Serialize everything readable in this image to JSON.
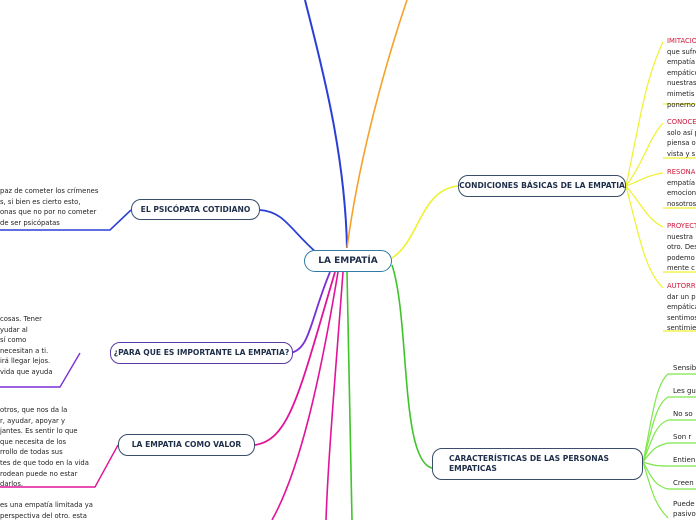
{
  "center": {
    "title": "LA EMPATÍA"
  },
  "branches": {
    "psicopata": {
      "title": "EL PSICÓPATA COTIDIANO",
      "lines": [
        "paz de cometer los crímenes",
        "s, si bien es cierto esto,",
        "onas que no por no cometer",
        "de ser psicópatas"
      ]
    },
    "importante": {
      "title": "¿PARA QUE ES IMPORTANTE LA EMPATIA?",
      "lines": [
        "cosas. Tener",
        "yudar al",
        "sí como",
        "necesitan a ti.",
        "irá llegar lejos.",
        "vida que ayuda"
      ]
    },
    "valor": {
      "title": "LA EMPATIA COMO VALOR",
      "lines": [
        "otros, que nos da la",
        "r,  ayudar, apoyar y",
        "jantes. Es sentir lo que",
        "que necesita de los",
        "rrollo de todas sus",
        "tes de que todo en la vida",
        "rodean puede no estar",
        "darlos."
      ]
    },
    "bottom": {
      "lines": [
        "es una empatía limitada ya",
        "perspectiva del otro. esta"
      ]
    },
    "condiciones": {
      "title": "CONDICIONES BÁSICAS DE LA EMPATIA",
      "groups": [
        {
          "heading": "IMITACIO",
          "lines": [
            "que sufre",
            "empatía",
            "empático",
            "nuestras",
            "mimetis",
            "ponerno"
          ]
        },
        {
          "heading": "CONOCE",
          "lines": [
            "solo así p",
            "piensa o",
            "vista y s"
          ]
        },
        {
          "heading": "RESONA",
          "lines": [
            "empatía",
            "emocion",
            "nosotros"
          ]
        },
        {
          "heading": "PROYECT",
          "lines": [
            "nuestra",
            "otro. Des",
            "podemo",
            "mente c"
          ]
        },
        {
          "heading": "AUTORR",
          "lines": [
            "dar un p",
            "empática",
            "sentimos",
            "sentimie"
          ]
        }
      ]
    },
    "caracteristicas": {
      "title": "CARACTERÍSTICAS DE LAS PERSONAS EMPATICAS",
      "title_line1": "CARACTERÍSTICAS DE LAS PERSONAS",
      "title_line2": "EMPATICAS",
      "items": [
        "Sensib",
        "Les gu",
        "No so",
        "Son r",
        "Entien",
        "Creen",
        "Puede",
        "pasivo"
      ]
    }
  },
  "colors": {
    "blue": "#2a3fd6",
    "purple": "#7b2fd6",
    "magenta": "#e0149a",
    "green": "#3fc42a",
    "lime": "#7ee84a",
    "yellow": "#eef22e",
    "orange": "#f6a22a",
    "red_text": "#d0173a"
  }
}
